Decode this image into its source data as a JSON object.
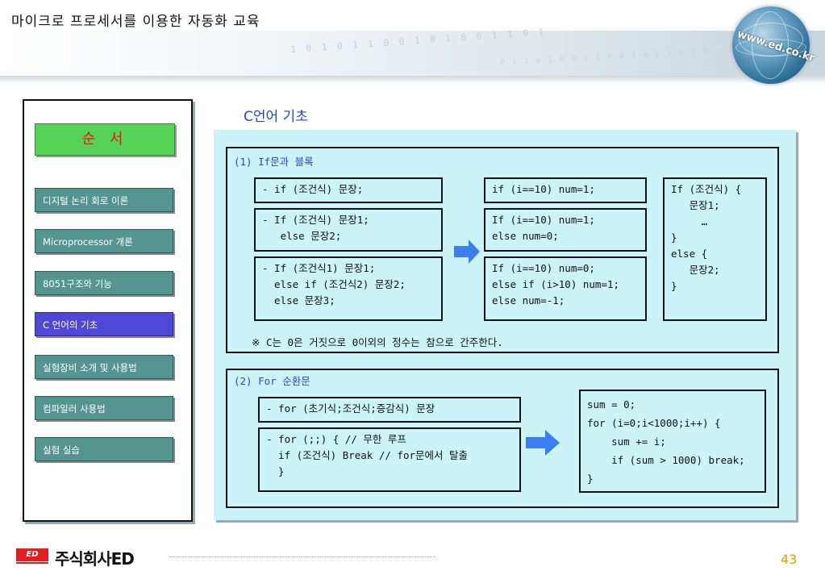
{
  "header": {
    "title": "마이크로 프로세서를 이용한 자동화 교육",
    "url": "www.ed.co.kr"
  },
  "sidebar": {
    "order_label": "순 서",
    "items": [
      {
        "label": "디지털 논리 회로 이론",
        "active": false
      },
      {
        "label": "Microprocessor 개론",
        "active": false
      },
      {
        "label": "8051구조와 기능",
        "active": false
      },
      {
        "label": "C 언어의 기초",
        "active": true
      },
      {
        "label": "실험장비 소개 및 사용법",
        "active": false
      },
      {
        "label": "컴파일러 사용법",
        "active": false
      },
      {
        "label": "실험 실습",
        "active": false
      }
    ]
  },
  "main": {
    "title": "C언어 기초",
    "if_section": {
      "label": "(1) If문과 블록",
      "syntax": [
        "- if (조건식) 문장;",
        "- If (조건식) 문장1;\n   else 문장2;",
        "- If (조건식1) 문장1;\n  else if (조건식2) 문장2;\n  else 문장3;"
      ],
      "examples": [
        "if (i==10) num=1;",
        "If (i==10) num=1;\nelse num=0;",
        "If (i==10) num=0;\nelse if (i>10) num=1;\nelse num=-1;"
      ],
      "block": "If (조건식) {\n   문장1;\n     …\n}\nelse {\n   문장2;\n}",
      "note": "※ C는 0은 거짓으로 0이외의 정수는 참으로 간주한다."
    },
    "for_section": {
      "label": "(2) For 순환문",
      "syntax": [
        "- for (초기식;조건식;증감식) 문장",
        "- for (;;) { // 무한 루프\n  if (조건식) Break // for문에서 탈출\n  }"
      ],
      "example": "sum = 0;\nfor (i=0;i<1000;i++) {\n    sum += i;\n    if (sum > 1000) break;\n}"
    }
  },
  "footer": {
    "logo_badge": "ED",
    "company": "주식회사ED",
    "page_number": "43"
  },
  "colors": {
    "panel_bg": "#ccf4f8",
    "menu_item": "#54958f",
    "menu_active": "#4f47d6",
    "order_bg": "#56d356",
    "order_text": "#e4161b",
    "arrow": "#3d7df2",
    "title_blue": "#2b46c8"
  }
}
